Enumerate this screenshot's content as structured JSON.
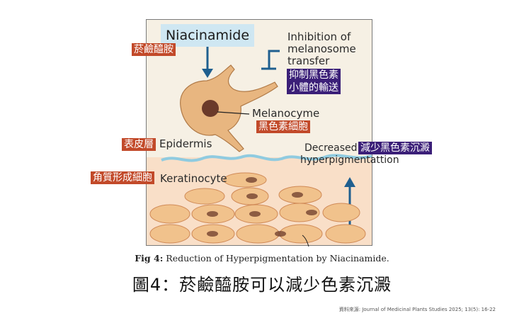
{
  "diagram": {
    "niacinamide": "Niacinamide",
    "niacinamide_zh": "菸鹼醯胺",
    "inhibition": [
      "Inhibition of",
      "melanosome",
      "transfer"
    ],
    "inhibition_zh": [
      "抑制黑色素",
      "小體的輸送"
    ],
    "melanocyte": "Melanocyme",
    "melanocyte_zh": "黑色素細胞",
    "epidermis": "Epidermis",
    "epidermis_zh": "表皮層",
    "decreased": [
      "Decreased",
      "hyperpigmentattion"
    ],
    "decreased_zh": "減少黑色素沉澱",
    "keratinocyte": "Keratinocyte",
    "keratinocyte_zh": "角質形成細胞"
  },
  "caption": {
    "label": "Fig 4:",
    "text": " Reduction of Hyperpigmentation by Niacinamide."
  },
  "title": "圖4：菸鹼醯胺可以減少色素沉澱",
  "source": "資料來源: Journal of Medicinal Plants Studies 2025; 13(5): 16-22",
  "colors": {
    "panel_bg": "#f6f0e4",
    "cell_fill": "#f1c28c",
    "nucleus": "#6b3a2a",
    "arrow": "#1f5f8f",
    "label_red": "#c24a2a",
    "label_purple": "#3b1f78"
  }
}
